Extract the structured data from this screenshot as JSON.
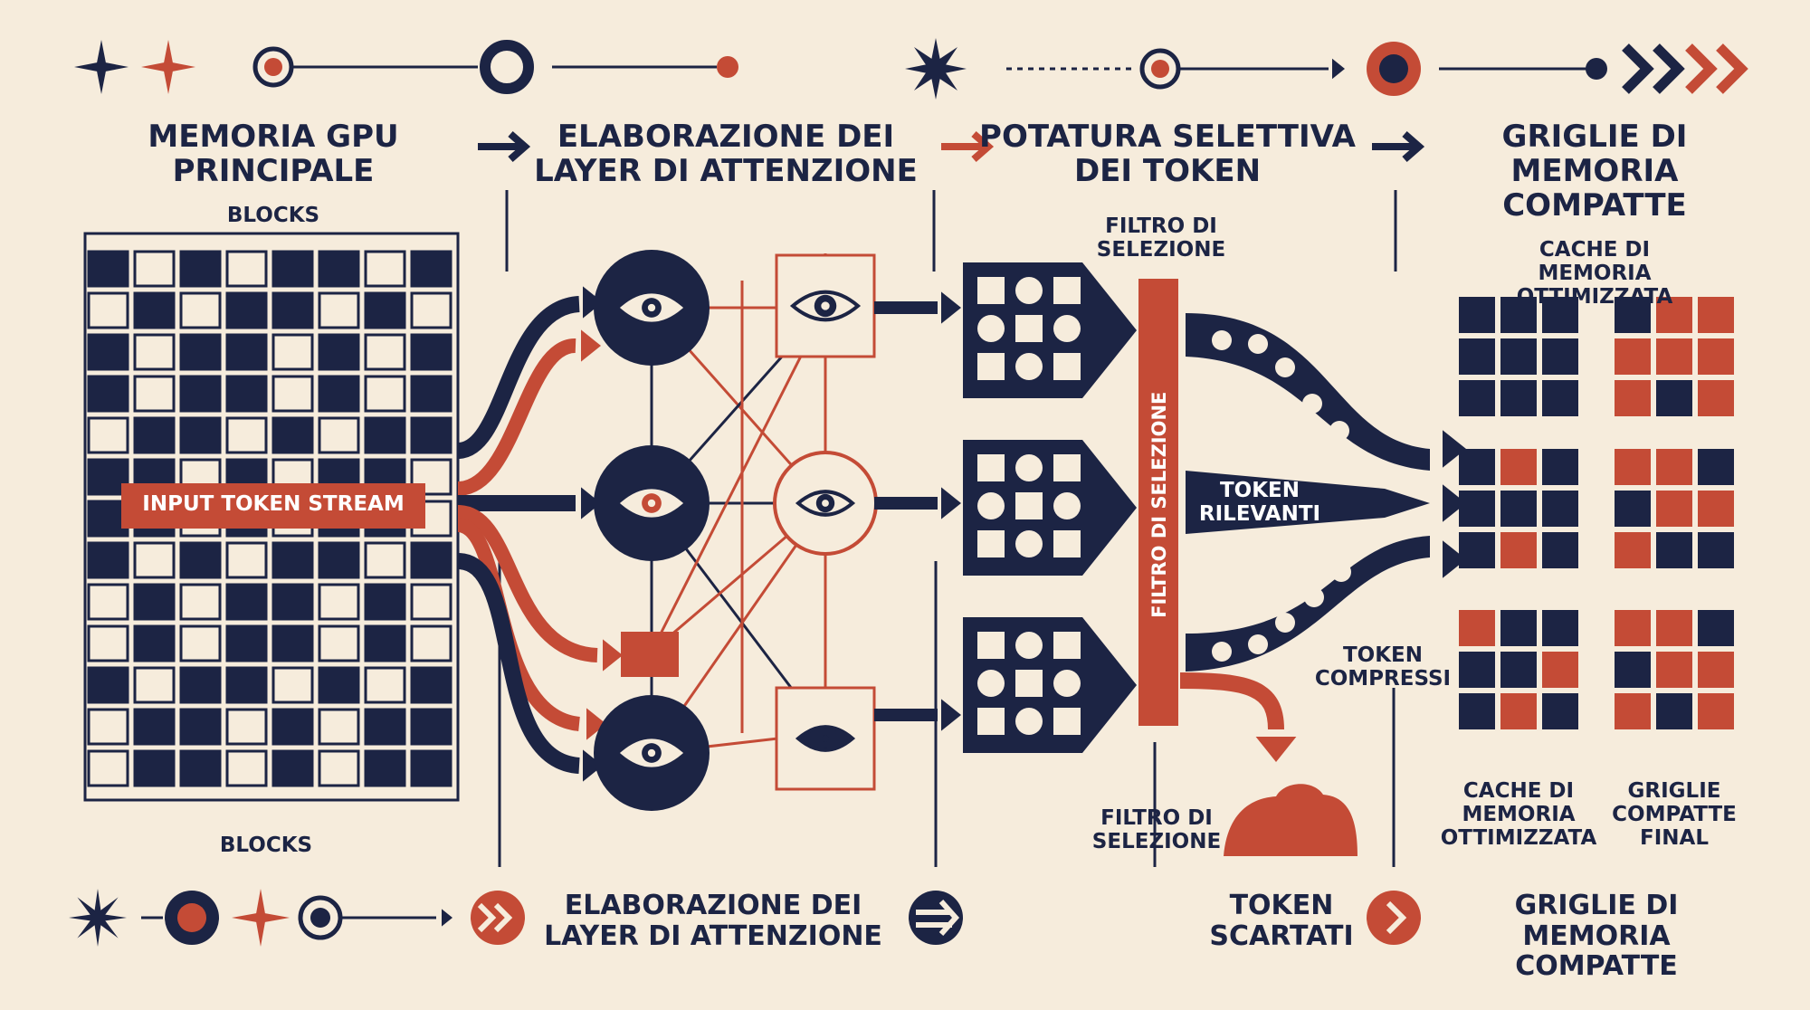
{
  "colors": {
    "navy": "#1c2444",
    "red": "#c44b36",
    "cream": "#f6ecdc"
  },
  "headings": {
    "stage1": "MEMORIA GPU\nPRINCIPALE",
    "stage2": "ELABORAZIONE DEI\nLAYER DI ATTENZIONE",
    "stage3": "POTATURA SELETTIVA\nDEI TOKEN",
    "stage4": "GRIGLIE DI MEMORIA\nCOMPATTE"
  },
  "labels": {
    "blocks_top": "BLOCKS",
    "blocks_bottom": "BLOCKS",
    "input_stream": "INPUT TOKEN STREAM",
    "filter_top": "FILTRO DI\nSELEZIONE",
    "filter_bar": "FILTRO DI SELEZIONE",
    "token_relevant": "TOKEN\nRILEVANTI",
    "token_compressed": "TOKEN\nCOMPRESSI",
    "filter_bottom": "FILTRO DI\nSELEZIONE",
    "cache_top": "CACHE DI MEMORIA\nOTTIMIZZATA",
    "cache_bottom": "CACHE DI\nMEMORIA\nOTTIMIZZATA",
    "grids_final": "GRIGLIE\nCOMPATTE\nFINAL"
  },
  "footer": {
    "step2": "ELABORAZIONE DEI\nLAYER DI ATTENZIONE",
    "step3": "TOKEN\nSCARTATI",
    "step4": "GRIGLIE DI MEMORIA\nCOMPATTE"
  },
  "icons": [
    "star-icon",
    "sparkle-icon",
    "target-icon",
    "eye-icon",
    "chevron-arrows-icon",
    "arrow-circle-icon",
    "chevron-circle-icon",
    "discard-pile-icon"
  ]
}
